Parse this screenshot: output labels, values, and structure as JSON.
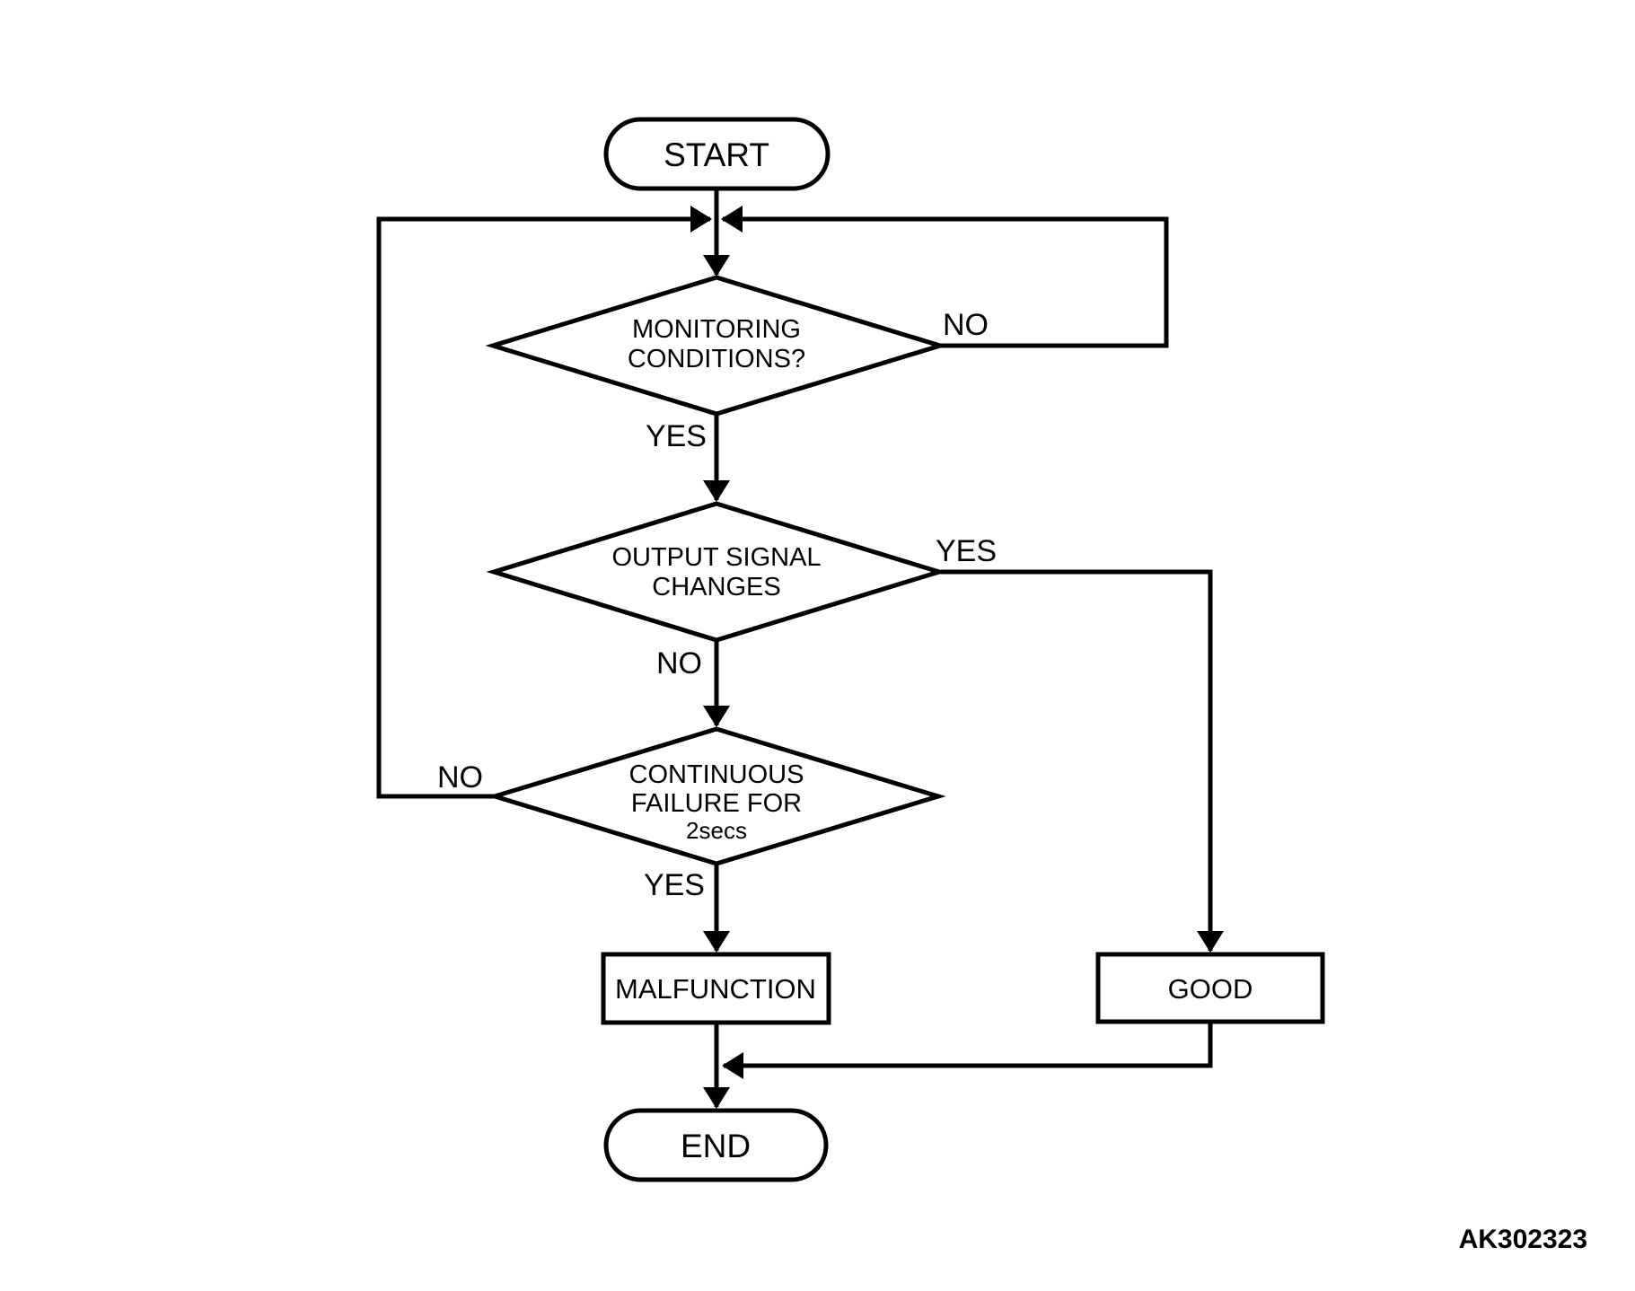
{
  "diagram": {
    "type": "flowchart",
    "figure_code": "AK302323",
    "colors": {
      "line": "#000000",
      "background": "#ffffff",
      "text": "#000000"
    }
  },
  "nodes": {
    "start": {
      "label": "START"
    },
    "monitoring_conditions": {
      "line1": "MONITORING",
      "line2": "CONDITIONS?"
    },
    "output_signal": {
      "line1": "OUTPUT SIGNAL",
      "line2": "CHANGES"
    },
    "continuous_failure": {
      "line1": "CONTINUOUS",
      "line2": "FAILURE FOR",
      "line3": "2secs"
    },
    "malfunction": {
      "label": "MALFUNCTION"
    },
    "good": {
      "label": "GOOD"
    },
    "end": {
      "label": "END"
    }
  },
  "edge_labels": {
    "monitoring_no": "NO",
    "monitoring_yes": "YES",
    "output_signal_yes": "YES",
    "output_signal_no": "NO",
    "continuous_failure_no": "NO",
    "continuous_failure_yes": "YES"
  }
}
